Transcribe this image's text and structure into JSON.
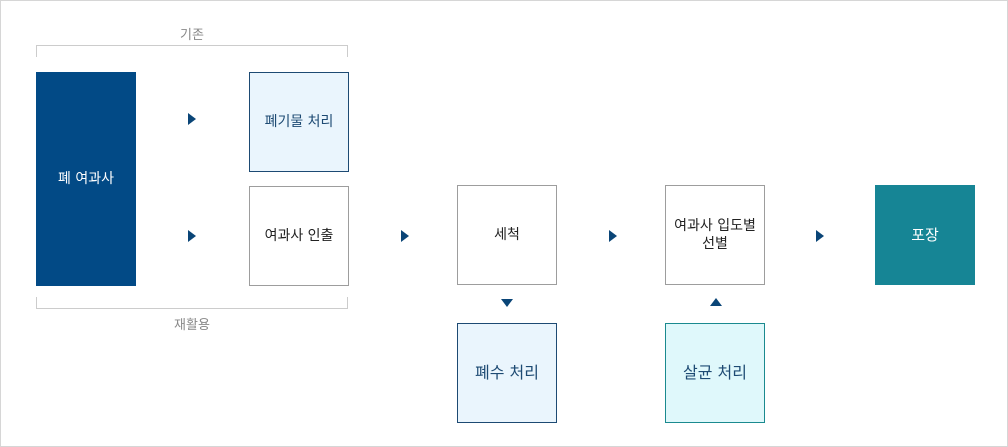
{
  "labels": {
    "existing": "기존",
    "recycle": "재활용"
  },
  "nodes": {
    "waste_filter": "폐 여과사",
    "waste_disposal": "폐기물 처리",
    "filter_extraction": "여과사 인출",
    "washing": "세척",
    "sorting": "여과사 입도별\n선별",
    "packing": "포장",
    "wastewater": "폐수 처리",
    "sterilization": "살균 처리"
  },
  "colors": {
    "dark_blue": "#024a86",
    "teal": "#168595",
    "arrow": "#0a4577",
    "light_blue_fill": "#eaf5fd",
    "light_cyan_fill": "#dff8fb"
  }
}
